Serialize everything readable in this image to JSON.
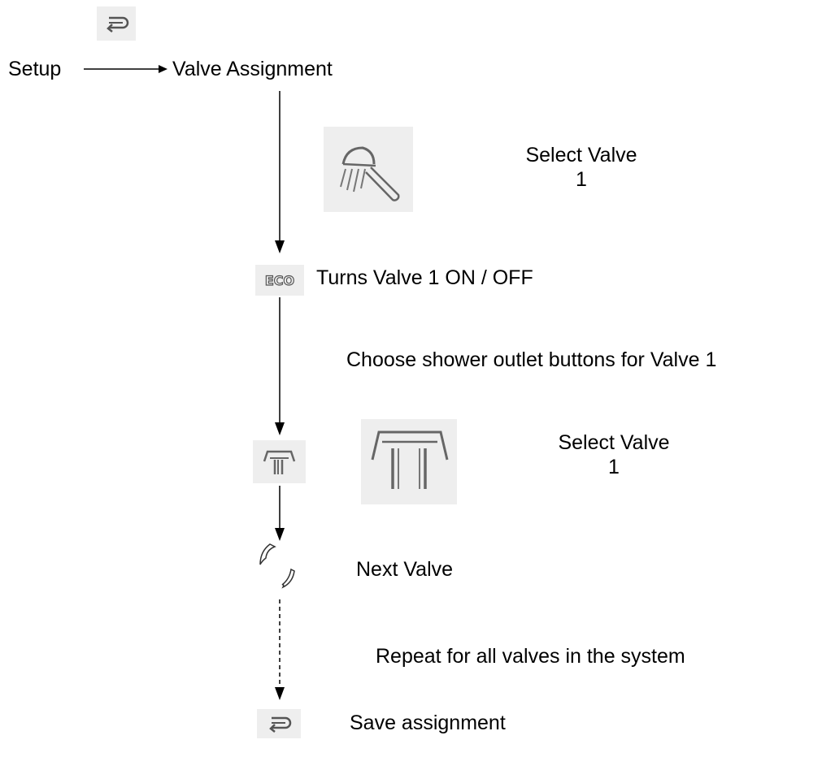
{
  "header": {
    "setup_label": "Setup",
    "valve_assignment_label": "Valve Assignment"
  },
  "steps": {
    "select_valve_label": "Select Valve",
    "select_valve_number": "1",
    "eco_icon_text": "ECO",
    "eco_text": "Turns Valve 1 ON / OFF",
    "choose_outlet_text": "Choose shower outlet buttons for Valve 1",
    "select_valve_2_label": "Select Valve",
    "select_valve_2_number": "1",
    "next_valve_text": "Next Valve",
    "repeat_text": "Repeat for all valves in the system",
    "save_text": "Save assignment"
  },
  "icons": {
    "top_return": "return-icon",
    "hand_shower": "hand-shower-icon",
    "eco": "eco-icon",
    "overhead_small": "overhead-shower-icon",
    "overhead_large": "overhead-shower-icon",
    "next_valve": "next-valve-icon",
    "save_return": "return-icon"
  },
  "colors": {
    "icon_background": "#eeeeee",
    "icon_stroke": "#666666",
    "arrow": "#000000"
  }
}
